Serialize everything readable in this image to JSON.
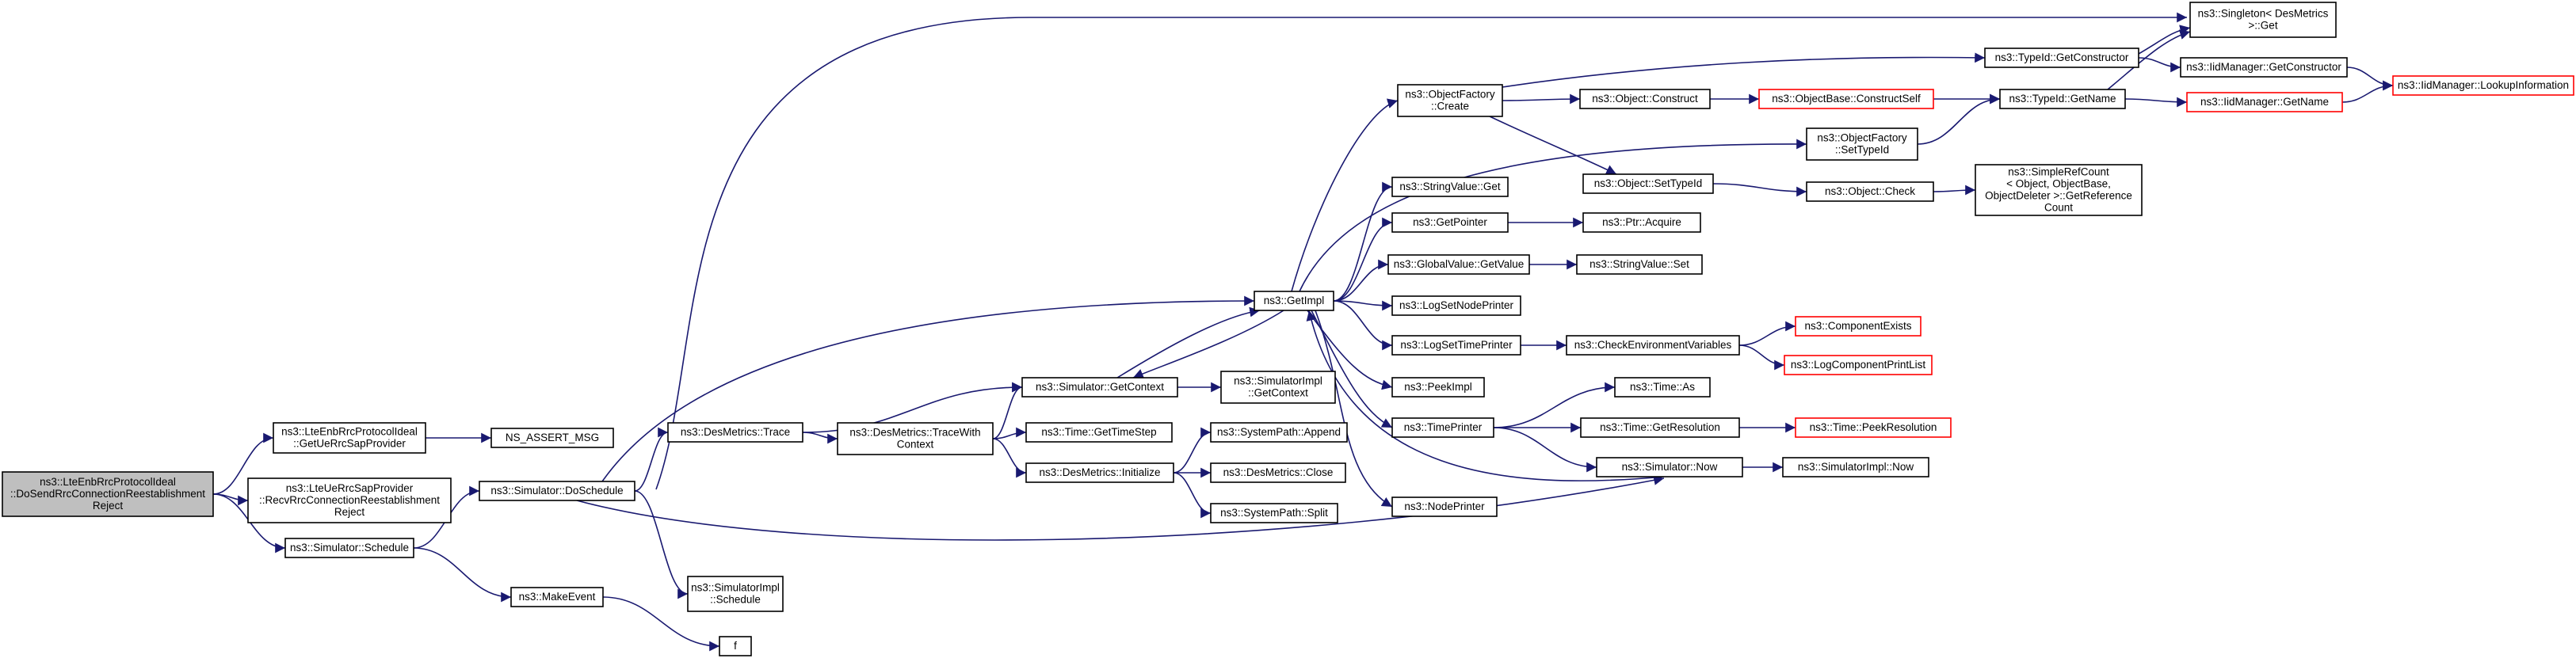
{
  "diagram_title": "",
  "edge_color": "#191970",
  "root_fill": "#bfbfbf",
  "truncated_border_color": "#ff0000",
  "nodes": {
    "root": {
      "lines": [
        "ns3::LteEnbRrcProtocolIdeal",
        "::DoSendRrcConnectionReestablishment",
        "Reject"
      ],
      "style": "root"
    },
    "getUeRrc": {
      "lines": [
        "ns3::LteEnbRrcProtocolIdeal",
        "::GetUeRrcSapProvider"
      ],
      "style": "normal"
    },
    "recvRrc": {
      "lines": [
        "ns3::LteUeRrcSapProvider",
        "::RecvRrcConnectionReestablishment",
        "Reject"
      ],
      "style": "normal"
    },
    "schedule": {
      "lines": [
        "ns3::Simulator::Schedule"
      ],
      "style": "normal"
    },
    "nsAssert": {
      "lines": [
        "NS_ASSERT_MSG"
      ],
      "style": "normal"
    },
    "doSchedule": {
      "lines": [
        "ns3::Simulator::DoSchedule"
      ],
      "style": "normal"
    },
    "makeEvent": {
      "lines": [
        "ns3::MakeEvent"
      ],
      "style": "normal"
    },
    "desTrace": {
      "lines": [
        "ns3::DesMetrics::Trace"
      ],
      "style": "normal"
    },
    "simImplSchedule": {
      "lines": [
        "ns3::SimulatorImpl",
        "::Schedule"
      ],
      "style": "normal"
    },
    "f": {
      "lines": [
        "f"
      ],
      "style": "normal"
    },
    "traceWith": {
      "lines": [
        "ns3::DesMetrics::TraceWith",
        "Context"
      ],
      "style": "normal"
    },
    "getContext": {
      "lines": [
        "ns3::Simulator::GetContext"
      ],
      "style": "normal"
    },
    "getTimeStep": {
      "lines": [
        "ns3::Time::GetTimeStep"
      ],
      "style": "normal"
    },
    "desInit": {
      "lines": [
        "ns3::DesMetrics::Initialize"
      ],
      "style": "normal"
    },
    "simImplGetContext": {
      "lines": [
        "ns3::SimulatorImpl",
        "::GetContext"
      ],
      "style": "normal"
    },
    "getImpl": {
      "lines": [
        "ns3::GetImpl"
      ],
      "style": "normal"
    },
    "sysAppend": {
      "lines": [
        "ns3::SystemPath::Append"
      ],
      "style": "normal"
    },
    "desClose": {
      "lines": [
        "ns3::DesMetrics::Close"
      ],
      "style": "normal"
    },
    "sysSplit": {
      "lines": [
        "ns3::SystemPath::Split"
      ],
      "style": "normal"
    },
    "objFactoryCreate": {
      "lines": [
        "ns3::ObjectFactory",
        "::Create"
      ],
      "style": "normal"
    },
    "stringValueGet": {
      "lines": [
        "ns3::StringValue::Get"
      ],
      "style": "normal"
    },
    "getPointer": {
      "lines": [
        "ns3::GetPointer"
      ],
      "style": "normal"
    },
    "globalValueGetValue": {
      "lines": [
        "ns3::GlobalValue::GetValue"
      ],
      "style": "normal"
    },
    "logSetNodePrinter": {
      "lines": [
        "ns3::LogSetNodePrinter"
      ],
      "style": "normal"
    },
    "logSetTimePrinter": {
      "lines": [
        "ns3::LogSetTimePrinter"
      ],
      "style": "normal"
    },
    "peekImpl": {
      "lines": [
        "ns3::PeekImpl"
      ],
      "style": "normal"
    },
    "timePrinter": {
      "lines": [
        "ns3::TimePrinter"
      ],
      "style": "normal"
    },
    "nodePrinter": {
      "lines": [
        "ns3::NodePrinter"
      ],
      "style": "normal"
    },
    "objectConstruct": {
      "lines": [
        "ns3::Object::Construct"
      ],
      "style": "normal"
    },
    "objectSetTypeId": {
      "lines": [
        "ns3::Object::SetTypeId"
      ],
      "style": "normal"
    },
    "ptrAcquire": {
      "lines": [
        "ns3::Ptr::Acquire"
      ],
      "style": "normal"
    },
    "stringValueSet": {
      "lines": [
        "ns3::StringValue::Set"
      ],
      "style": "normal"
    },
    "checkEnvVars": {
      "lines": [
        "ns3::CheckEnvironmentVariables"
      ],
      "style": "normal"
    },
    "timeAs": {
      "lines": [
        "ns3::Time::As"
      ],
      "style": "normal"
    },
    "timeGetResolution": {
      "lines": [
        "ns3::Time::GetResolution"
      ],
      "style": "normal"
    },
    "simNow": {
      "lines": [
        "ns3::Simulator::Now"
      ],
      "style": "normal"
    },
    "objBaseConstructSelf": {
      "lines": [
        "ns3::ObjectBase::ConstructSelf"
      ],
      "style": "trunc"
    },
    "objFactorySetTypeId": {
      "lines": [
        "ns3::ObjectFactory",
        "::SetTypeId"
      ],
      "style": "normal"
    },
    "objectCheck": {
      "lines": [
        "ns3::Object::Check"
      ],
      "style": "normal"
    },
    "componentExists": {
      "lines": [
        "ns3::ComponentExists"
      ],
      "style": "trunc"
    },
    "logComponentPrintList": {
      "lines": [
        "ns3::LogComponentPrintList"
      ],
      "style": "trunc"
    },
    "timePeekResolution": {
      "lines": [
        "ns3::Time::PeekResolution"
      ],
      "style": "trunc"
    },
    "simImplNow": {
      "lines": [
        "ns3::SimulatorImpl::Now"
      ],
      "style": "normal"
    },
    "typeIdGetConstructor": {
      "lines": [
        "ns3::TypeId::GetConstructor"
      ],
      "style": "normal"
    },
    "typeIdGetName": {
      "lines": [
        "ns3::TypeId::GetName"
      ],
      "style": "normal"
    },
    "simpleRefCount": {
      "lines": [
        "ns3::SimpleRefCount",
        "< Object, ObjectBase,",
        "ObjectDeleter >::GetReference",
        "Count"
      ],
      "style": "normal"
    },
    "singletonGet": {
      "lines": [
        "ns3::Singleton< DesMetrics",
        ">::Get"
      ],
      "style": "normal"
    },
    "iidGetConstructor": {
      "lines": [
        "ns3::IidManager::GetConstructor"
      ],
      "style": "normal"
    },
    "iidGetName": {
      "lines": [
        "ns3::IidManager::GetName"
      ],
      "style": "trunc"
    },
    "iidLookupInfo": {
      "lines": [
        "ns3::IidManager::LookupInformation"
      ],
      "style": "trunc"
    }
  },
  "edges": [
    [
      "root",
      "getUeRrc"
    ],
    [
      "root",
      "recvRrc"
    ],
    [
      "root",
      "schedule"
    ],
    [
      "getUeRrc",
      "nsAssert"
    ],
    [
      "schedule",
      "doSchedule"
    ],
    [
      "schedule",
      "makeEvent"
    ],
    [
      "makeEvent",
      "f"
    ],
    [
      "doSchedule",
      "desTrace"
    ],
    [
      "doSchedule",
      "simImplSchedule"
    ],
    [
      "doSchedule",
      "getImpl"
    ],
    [
      "doSchedule",
      "singletonGet"
    ],
    [
      "doSchedule",
      "simNow"
    ],
    [
      "desTrace",
      "traceWith"
    ],
    [
      "desTrace",
      "getContext"
    ],
    [
      "traceWith",
      "getContext"
    ],
    [
      "traceWith",
      "getTimeStep"
    ],
    [
      "traceWith",
      "desInit"
    ],
    [
      "getContext",
      "simImplGetContext"
    ],
    [
      "getContext",
      "getImpl"
    ],
    [
      "desInit",
      "sysAppend"
    ],
    [
      "desInit",
      "desClose"
    ],
    [
      "desInit",
      "sysSplit"
    ],
    [
      "getImpl",
      "objFactoryCreate"
    ],
    [
      "getImpl",
      "stringValueGet"
    ],
    [
      "getImpl",
      "getPointer"
    ],
    [
      "getImpl",
      "globalValueGetValue"
    ],
    [
      "getImpl",
      "logSetNodePrinter"
    ],
    [
      "getImpl",
      "logSetTimePrinter"
    ],
    [
      "getImpl",
      "peekImpl"
    ],
    [
      "getImpl",
      "timePrinter"
    ],
    [
      "getImpl",
      "nodePrinter"
    ],
    [
      "getImpl",
      "objFactorySetTypeId"
    ],
    [
      "getImpl",
      "getContext"
    ],
    [
      "objFactoryCreate",
      "typeIdGetConstructor"
    ],
    [
      "objFactoryCreate",
      "objectConstruct"
    ],
    [
      "objFactoryCreate",
      "objectSetTypeId"
    ],
    [
      "objectConstruct",
      "objBaseConstructSelf"
    ],
    [
      "objBaseConstructSelf",
      "typeIdGetName"
    ],
    [
      "objFactorySetTypeId",
      "typeIdGetName"
    ],
    [
      "objectSetTypeId",
      "objectCheck"
    ],
    [
      "objectCheck",
      "simpleRefCount"
    ],
    [
      "getPointer",
      "ptrAcquire"
    ],
    [
      "globalValueGetValue",
      "stringValueSet"
    ],
    [
      "logSetTimePrinter",
      "checkEnvVars"
    ],
    [
      "checkEnvVars",
      "componentExists"
    ],
    [
      "checkEnvVars",
      "logComponentPrintList"
    ],
    [
      "timePrinter",
      "timeAs"
    ],
    [
      "timePrinter",
      "timeGetResolution"
    ],
    [
      "timePrinter",
      "simNow"
    ],
    [
      "timeGetResolution",
      "timePeekResolution"
    ],
    [
      "simNow",
      "simImplNow"
    ],
    [
      "simNow",
      "getImpl"
    ],
    [
      "typeIdGetConstructor",
      "singletonGet"
    ],
    [
      "typeIdGetConstructor",
      "iidGetConstructor"
    ],
    [
      "typeIdGetName",
      "singletonGet"
    ],
    [
      "typeIdGetName",
      "iidGetName"
    ],
    [
      "iidGetConstructor",
      "iidLookupInfo"
    ],
    [
      "iidGetName",
      "iidLookupInfo"
    ]
  ]
}
